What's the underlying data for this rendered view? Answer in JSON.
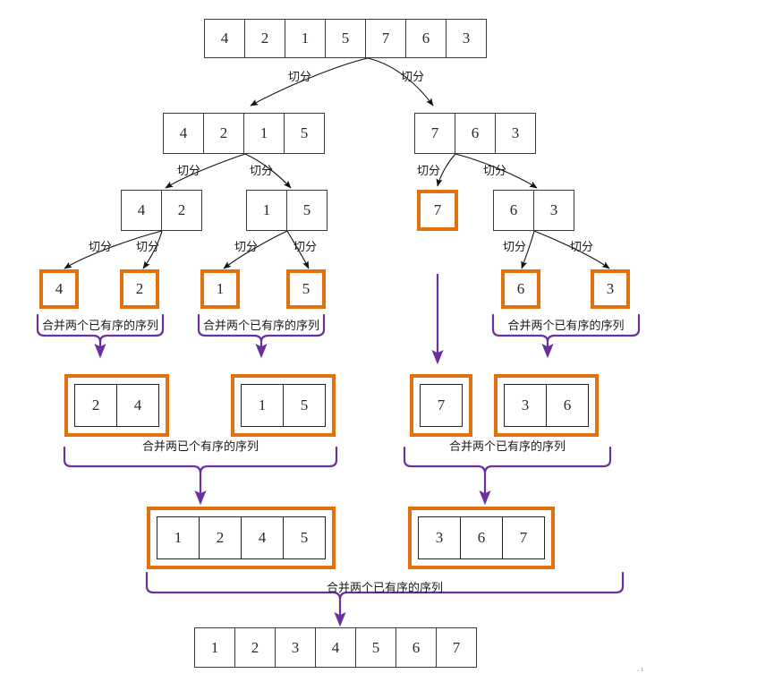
{
  "diagram": {
    "title": "merge-sort-recursion-tree",
    "split_label": "切分",
    "merge_label": "合并两个已有序的序列",
    "merge_label_variant": "合并两已个有序的序列",
    "colors": {
      "orange": "#E2710C",
      "purple": "#6B2FA0",
      "box_border": "#3b3b3b",
      "text": "#2a2a2a",
      "background": "#ffffff"
    },
    "artifact": ". ı"
  },
  "levels": {
    "root": {
      "name": "unsorted-input-array",
      "values": [
        "4",
        "2",
        "1",
        "5",
        "7",
        "6",
        "3"
      ]
    },
    "split1": [
      {
        "name": "split-left-4215",
        "values": [
          "4",
          "2",
          "1",
          "5"
        ]
      },
      {
        "name": "split-right-763",
        "values": [
          "7",
          "6",
          "3"
        ]
      }
    ],
    "split2": [
      {
        "name": "split-42",
        "values": [
          "4",
          "2"
        ]
      },
      {
        "name": "split-15",
        "values": [
          "1",
          "5"
        ]
      },
      {
        "name": "split-7",
        "values": [
          "7"
        ],
        "highlighted": true
      },
      {
        "name": "split-63",
        "values": [
          "6",
          "3"
        ]
      }
    ],
    "leaves": [
      {
        "name": "leaf-4",
        "value": "4"
      },
      {
        "name": "leaf-2",
        "value": "2"
      },
      {
        "name": "leaf-1",
        "value": "1"
      },
      {
        "name": "leaf-5",
        "value": "5"
      },
      {
        "name": "leaf-6",
        "value": "6"
      },
      {
        "name": "leaf-3",
        "value": "3"
      }
    ],
    "merge1": [
      {
        "name": "merged-24",
        "values": [
          "2",
          "4"
        ]
      },
      {
        "name": "merged-15",
        "values": [
          "1",
          "5"
        ]
      },
      {
        "name": "merged-7",
        "values": [
          "7"
        ]
      },
      {
        "name": "merged-36",
        "values": [
          "3",
          "6"
        ]
      }
    ],
    "merge2": [
      {
        "name": "merged-1245",
        "values": [
          "1",
          "2",
          "4",
          "5"
        ]
      },
      {
        "name": "merged-367",
        "values": [
          "3",
          "6",
          "7"
        ]
      }
    ],
    "final": {
      "name": "sorted-output-array",
      "values": [
        "1",
        "2",
        "3",
        "4",
        "5",
        "6",
        "7"
      ]
    }
  },
  "split_labels": {
    "l1_left": "切分",
    "l1_right": "切分",
    "l2_a": "切分",
    "l2_b": "切分",
    "l2_c": "切分",
    "l2_d": "切分",
    "l3_a": "切分",
    "l3_b": "切分",
    "l3_c": "切分",
    "l3_d": "切分",
    "l3_e": "切分",
    "l3_f": "切分"
  },
  "merge_labels": {
    "leaf_left": "合并两个已有序的序列",
    "leaf_mid": "合并两个已有序的序列",
    "leaf_right": "合并两个已有序的序列",
    "mid_left": "合并两已个有序的序列",
    "mid_right": "合并两个已有序的序列",
    "final": "合并两个已有序的序列"
  }
}
